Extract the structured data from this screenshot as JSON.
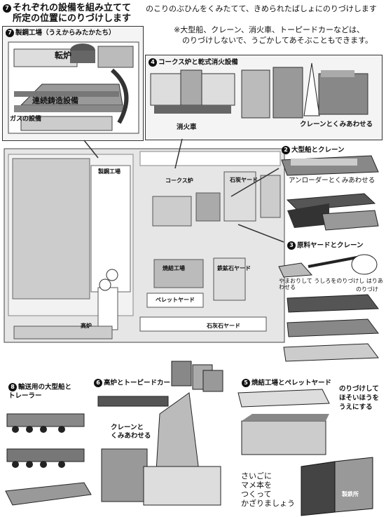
{
  "title": {
    "num": "7",
    "line1": "それぞれの設備を組み立てて",
    "line2": "所定の位置にのりづけします"
  },
  "instructions": {
    "line1": "のこりのぶひんをくみたてて、きめられたばしょにのりづけします",
    "note1": "※大型船、クレーン、消火車、トーピードカーなどは、",
    "note2": "のりづけしないで、うごかしてあそぶこともできます。"
  },
  "sections": {
    "steelmill": {
      "num": "7",
      "label": "製鋼工場（うえからみたかたち）",
      "tenro": "転炉",
      "renzoku": "連続鋳造設備",
      "gas": "ガスの設備"
    },
    "coke": {
      "num": "4",
      "label": "コークス炉と乾式消火設備",
      "fire_truck": "消火車",
      "crane": "クレーンとくみあわせる"
    },
    "ship": {
      "num": "2",
      "label": "大型船とクレーン",
      "unloader": "アンローダーとくみあわせる"
    },
    "yard": {
      "num": "3",
      "label": "原料ヤードとクレーン",
      "fold": "やまおりして うしろをのりづけし はりあわせる",
      "glue": "のりづけ"
    },
    "sinter": {
      "num": "5",
      "label": "焼結工場とペレットヤード",
      "glue_note1": "のりづけして",
      "glue_note2": "ほそいほうを",
      "glue_note3": "うえにする"
    },
    "furnace": {
      "num": "6",
      "label": "高炉とトーピードカー",
      "crane": "クレーンと",
      "crane2": "くみあわせる"
    },
    "transport": {
      "num": "8",
      "label1": "輸送用の大型船と",
      "label2": "トレーラー"
    },
    "finish": {
      "line1": "さいごに",
      "line2": "マメ本を",
      "line3": "つくって",
      "line4": "かざりましょう"
    }
  },
  "map": {
    "coke": "コークス炉",
    "ore_yard": "石炭ヤード",
    "sinter": "焼結工場",
    "limestone": "鉄鉱石ヤード",
    "pellet": "ペレットヤード",
    "limestone_yard": "石灰石ヤード",
    "steel": "製鋼工場",
    "blast": "高炉"
  },
  "booklet": {
    "title": "製鉄所"
  }
}
